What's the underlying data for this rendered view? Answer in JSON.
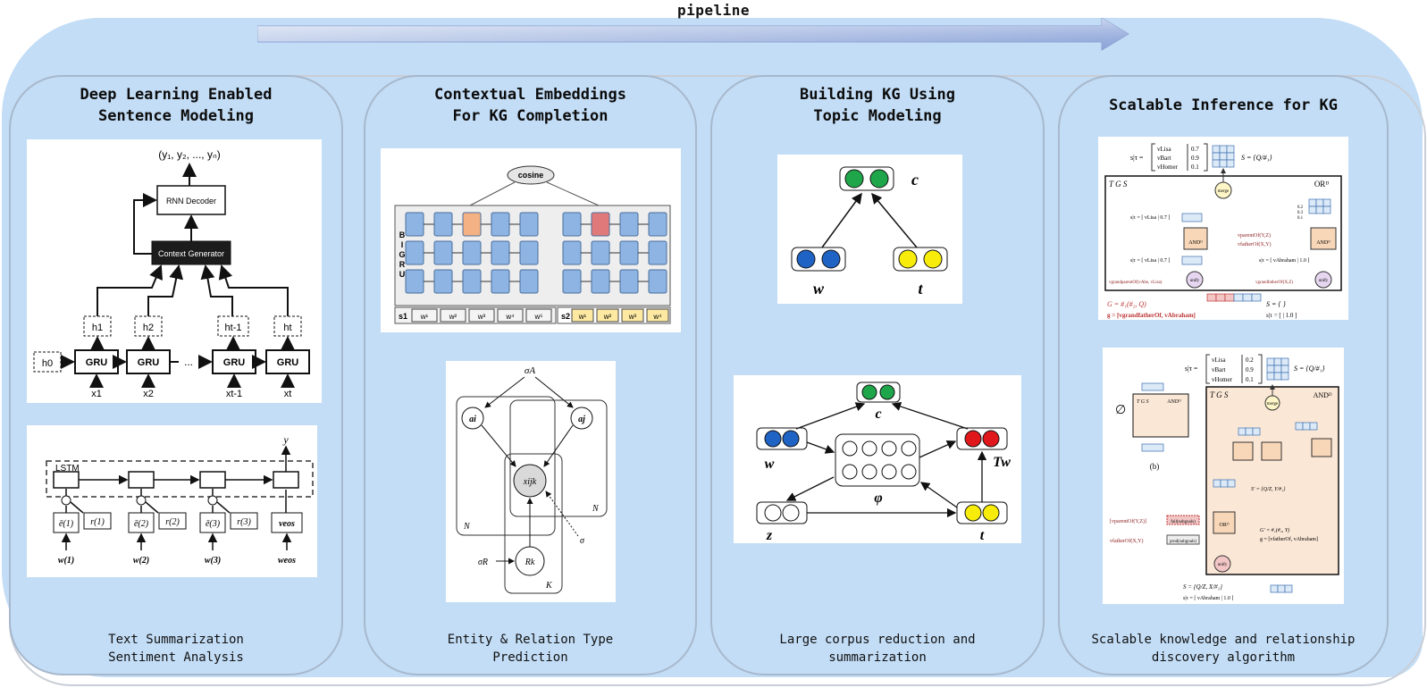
{
  "pipeline": {
    "label": "pipeline"
  },
  "panels": [
    {
      "title_line1": "Deep Learning Enabled",
      "title_line2": "Sentence Modeling",
      "caption_line1": "Text Summarization",
      "caption_line2": "Sentiment Analysis"
    },
    {
      "title_line1": "Contextual Embeddings",
      "title_line2": "For KG Completion",
      "caption_line1": "Entity & Relation Type",
      "caption_line2": "Prediction"
    },
    {
      "title_line1": "Building KG Using",
      "title_line2": "Topic Modeling",
      "caption_line1": "Large corpus reduction and",
      "caption_line2": "summarization"
    },
    {
      "title_line1": "Scalable Inference for KG",
      "caption_line1": "Scalable knowledge and relationship",
      "caption_line2": "discovery algorithm"
    }
  ],
  "rnn": {
    "output": "(y₁, y₂, ..., yₙ)",
    "decoder": "RNN Decoder",
    "context": "Context Generator",
    "h0": "h0",
    "h1": "h1",
    "h2": "h2",
    "ht1": "ht-1",
    "ht": "ht",
    "gru": "GRU",
    "dots": "...",
    "x1": "x1",
    "x2": "x2",
    "xt1": "xt-1",
    "xt": "xt"
  },
  "lstm": {
    "label": "LSTM",
    "y": "y",
    "e1": "ē(1)",
    "e2": "ē(2)",
    "e3": "ē(3)",
    "r1": "r(1)",
    "r2": "r(2)",
    "r3": "r(3)",
    "w1": "w(1)",
    "w2": "w(2)",
    "w3": "w(3)",
    "veos": "veos",
    "weos": "weos"
  },
  "bigru": {
    "cosine": "cosine",
    "side": [
      "B",
      "I",
      "G",
      "R",
      "U"
    ],
    "s1": "s1",
    "s2": "s2",
    "left_tokens": [
      "w¹",
      "w²",
      "w³",
      "w⁴",
      "w⁵"
    ],
    "right_tokens": [
      "w¹",
      "w²",
      "w³",
      "w⁴"
    ]
  },
  "pgm": {
    "sigmaA": "σA",
    "ai": "ai",
    "aj": "aj",
    "xijk": "xijk",
    "N1": "N",
    "N2": "N",
    "sigmaR": "σR",
    "Rk": "Rk",
    "K": "K",
    "sigma": "σ"
  },
  "topic1": {
    "c": "c",
    "w": "w",
    "t": "t"
  },
  "topic2": {
    "c": "c",
    "w": "w",
    "phi": "φ",
    "Tw": "Tw",
    "z": "z",
    "t": "t"
  },
  "infer1": {
    "s_label": "s|τ =",
    "lisa": "vLisa",
    "bart": "vBart",
    "homer": "vHomer",
    "lisa_val": "0.7",
    "bart_val": "0.9",
    "homer_val": "0.1",
    "S_eq": "S = {Q/#₁}",
    "TGS": "T G S",
    "OR": "ORᴰ",
    "merge": "merge",
    "lisa2": "0.2",
    "bart2": "0.3",
    "homer2": "0.1",
    "AND": "ANDᴰ",
    "unify": "unify",
    "parent": "vparentOf(Y,Z)",
    "father": "vfatherOf(X,Y)",
    "G_eq": "G = #₁(#₂, Q)",
    "g_eq": "g = [vgrandfatherOf, vAbraham]",
    "S_empty": "S = { }",
    "s_one": "s|τ = [ | 1.0 ]",
    "s_lisa": "s|τ = [ vLisa | 0.7 ]",
    "s_abr": "s|τ = [ vAbraham | 1.0 ]",
    "gp_lisa": "vgrandparentOf(vAbe, vLisa)",
    "gp_xz": "vgrandfatherOf(X,Z)"
  },
  "infer2": {
    "s_label": "s|τ =",
    "lisa": "vLisa",
    "bart": "vBart",
    "homer": "vHomer",
    "lisa_val": "0.2",
    "bart_val": "0.9",
    "homer_val": "0.1",
    "S_eq": "S = {Q/#₁}",
    "empty": "∅",
    "b": "(b)",
    "TGS": "T G S",
    "AND": "ANDᴰ",
    "merge": "merge",
    "S_mid": "S' = {Q/Z, Y/#₁}",
    "OR": "ORᴰ",
    "unify": "unify",
    "parent": "[vparentOf(Y,Z)]",
    "father": "vfatherOf(X,Y)",
    "G_eq": "G' = #₁(#₂, Y)",
    "g_eq": "g = [vfatherOf, vAbraham]",
    "S_bottom": "S = {Q/Z, X/#₁}",
    "s_bottom": "s|τ = [ vAbraham | 1.0 ]",
    "tgs_small": "T G S",
    "and_small": "ANDᴰ",
    "fail": "fail(subgoals)",
    "prod": "prod(subgoals)"
  },
  "colors": {
    "bg": "#c3ddf6",
    "panel_border": "#a7b8cc",
    "green": "#1fa64a",
    "blue": "#1f63c4",
    "yellow": "#f7ec0a",
    "red": "#e0181c",
    "cell_blue": "#8db4e2",
    "cell_orange": "#f4b183",
    "cell_red": "#e07a7a",
    "token_yellow": "#fde9a2"
  }
}
